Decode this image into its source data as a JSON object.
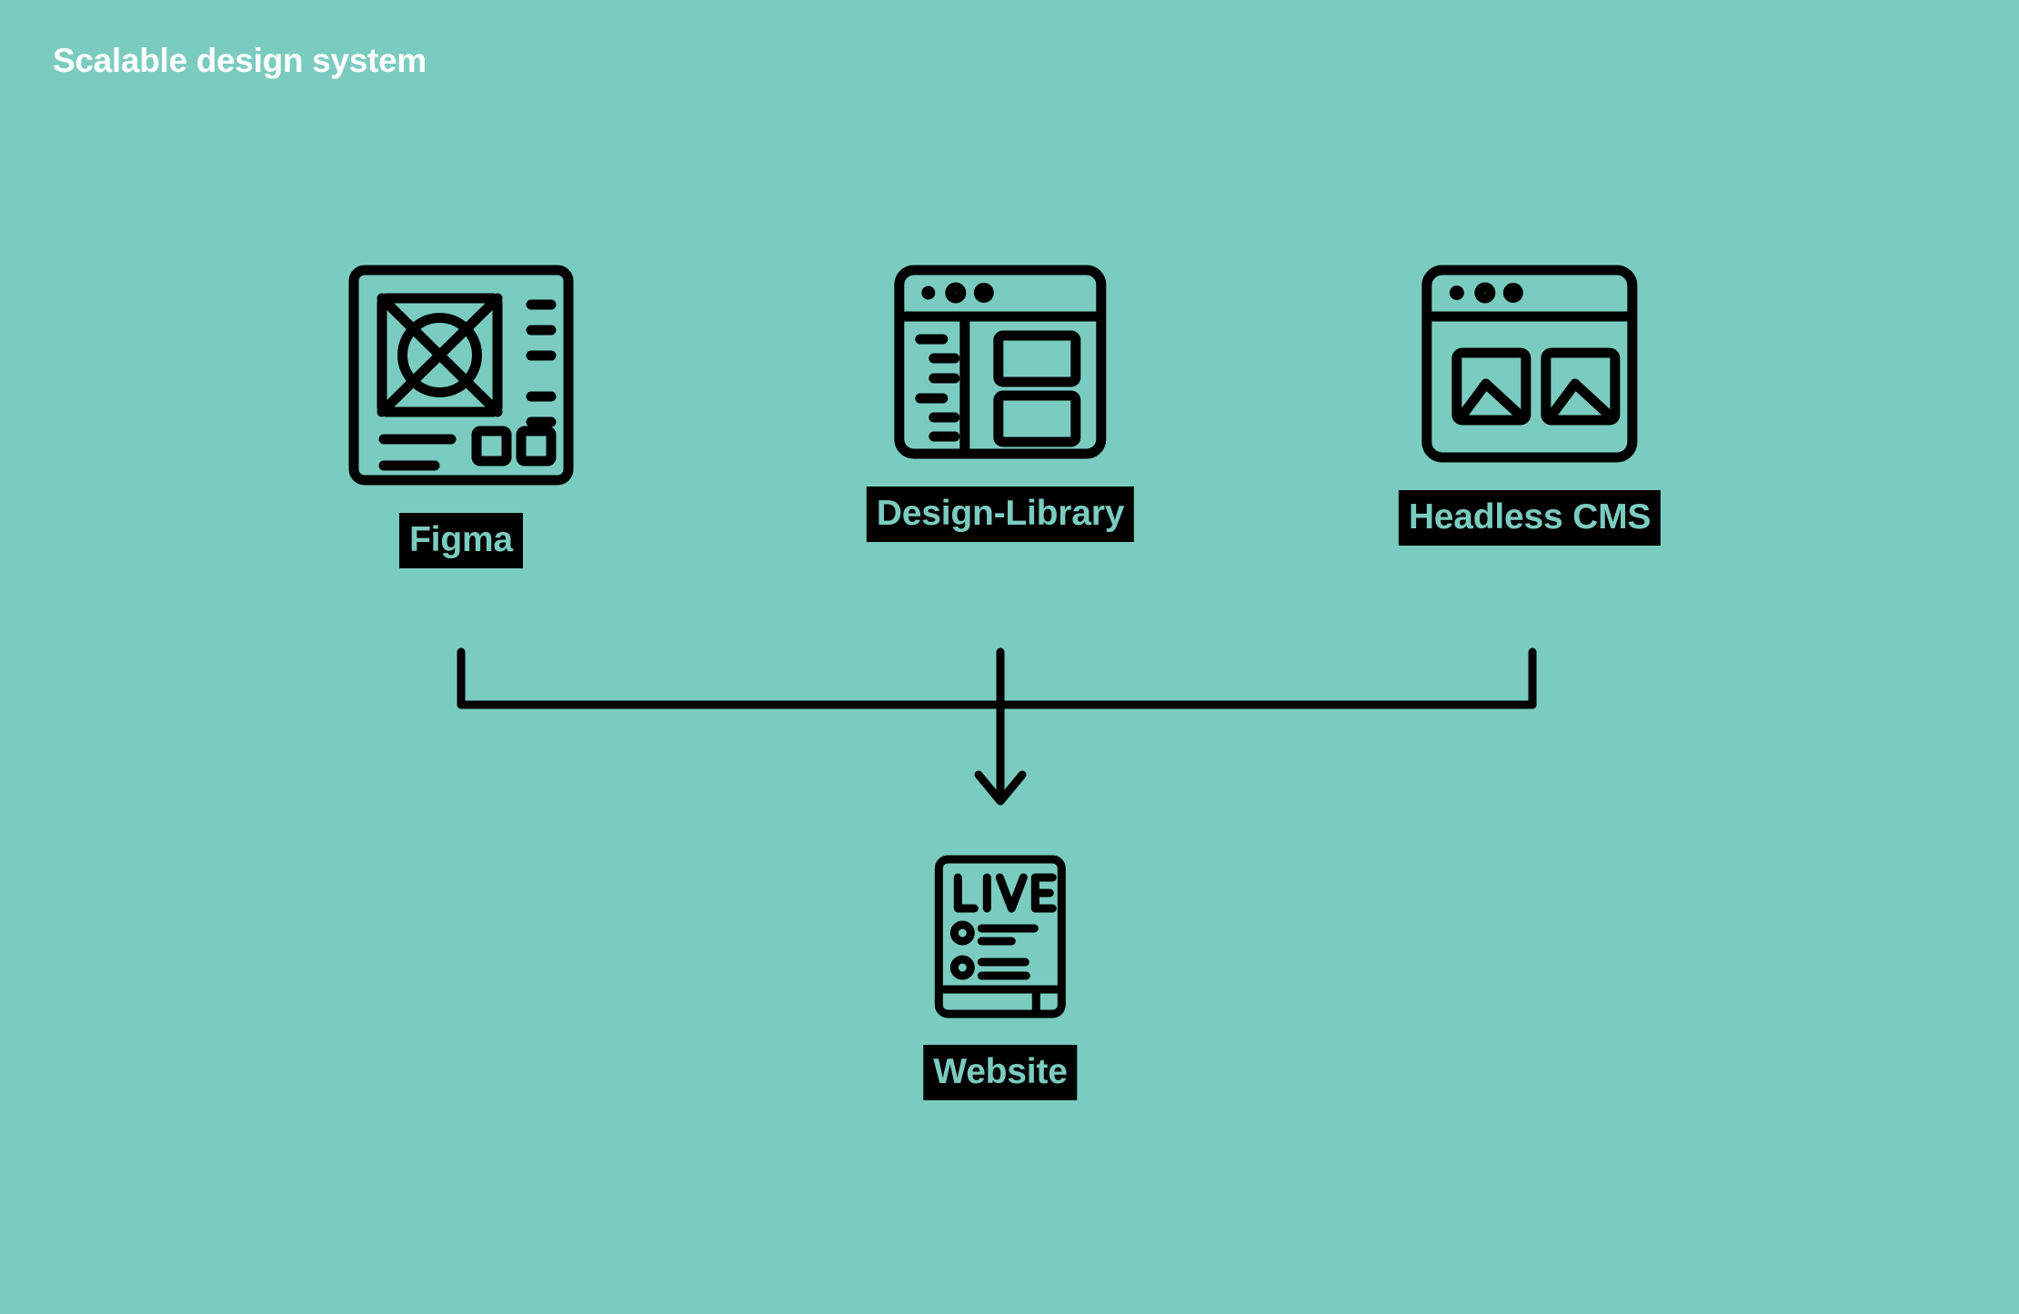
{
  "page": {
    "title": "Scalable design system",
    "background_color": "#7bccc0",
    "ink_color": "#000000",
    "title_color": "#ffffff",
    "label_text_color": "#7bccc0",
    "label_background_color": "#000000"
  },
  "diagram": {
    "type": "flow",
    "sources": [
      {
        "id": "figma",
        "label": "Figma",
        "icon": "design-canvas-icon"
      },
      {
        "id": "design-library",
        "label": "Design-Library",
        "icon": "browser-sidebar-layout-icon"
      },
      {
        "id": "headless-cms",
        "label": "Headless CMS",
        "icon": "browser-image-gallery-icon"
      }
    ],
    "target": {
      "id": "website",
      "label": "Website",
      "icon": "live-page-icon",
      "icon_text": "LIVE"
    },
    "connector": {
      "kind": "bracket-to-arrow",
      "direction": "down"
    }
  }
}
